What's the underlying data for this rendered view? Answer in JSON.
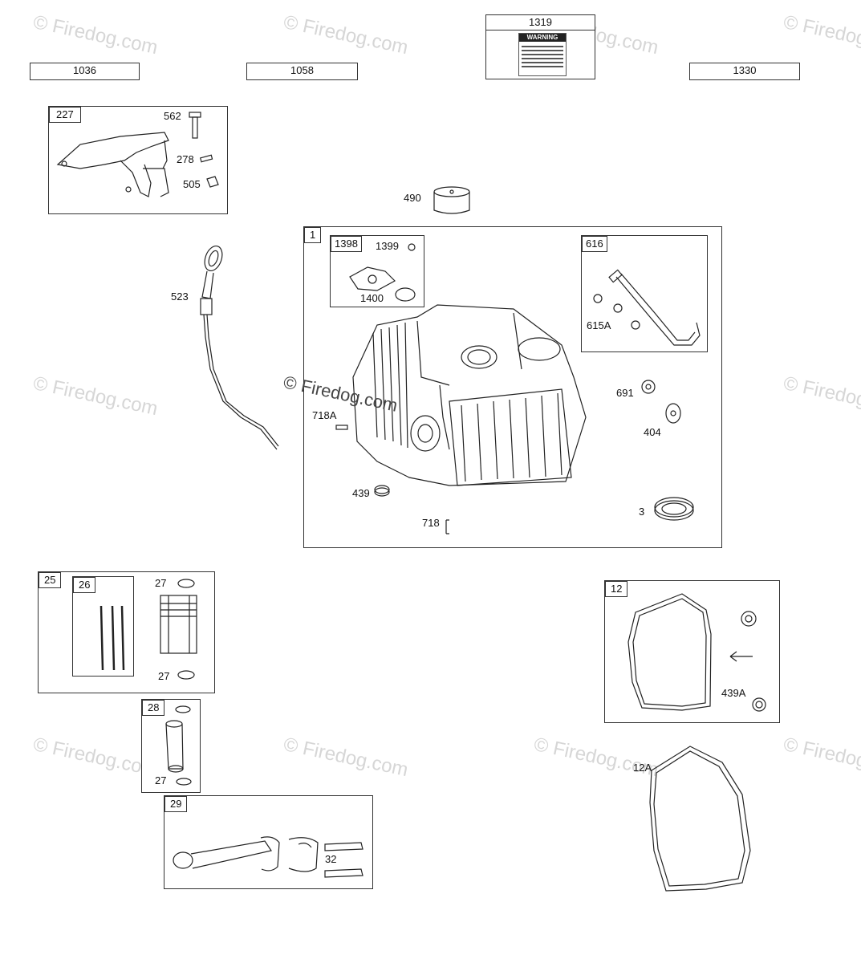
{
  "watermark": "© Firedog.com",
  "headers": {
    "h1036": "1036",
    "h1058": "1058",
    "h1319": "1319",
    "h1330": "1330"
  },
  "warning_label": "WARNING",
  "groups": {
    "g227": "227",
    "g1": "1",
    "g1398": "1398",
    "g616": "616",
    "g25": "25",
    "g26": "26",
    "g28": "28",
    "g29": "29",
    "g12": "12"
  },
  "parts": {
    "p562": "562",
    "p278": "278",
    "p505": "505",
    "p490": "490",
    "p523": "523",
    "p1399": "1399",
    "p1400": "1400",
    "p615A": "615A",
    "p691": "691",
    "p404": "404",
    "p718A": "718A",
    "p439": "439",
    "p718": "718",
    "p3": "3",
    "p27a": "27",
    "p27b": "27",
    "p27c": "27",
    "p32": "32",
    "p439A": "439A",
    "p12A": "12A"
  }
}
